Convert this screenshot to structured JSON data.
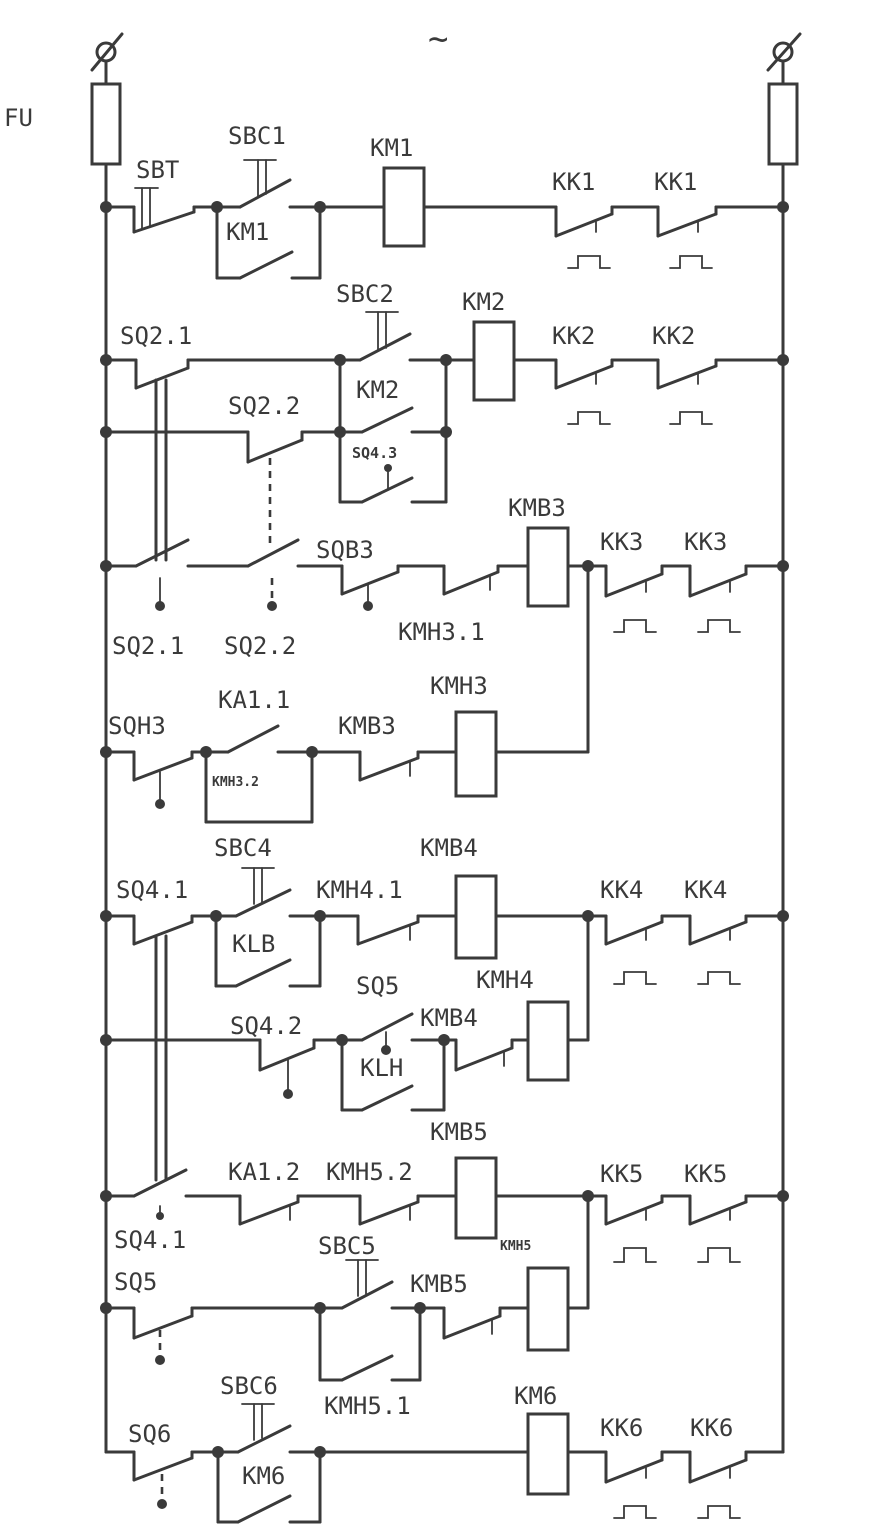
{
  "diagram": {
    "supply_symbol": "~",
    "labels": {
      "FU": "FU",
      "SBT": "SBT",
      "SBC1": "SBC1",
      "KM1_contact": "KM1",
      "KM1_coil": "KM1",
      "KK1_a": "KK1",
      "KK1_b": "KK1",
      "SQ2_1_top": "SQ2.1",
      "SBC2": "SBC2",
      "KM2_coil": "KM2",
      "KM2_contact": "KM2",
      "KK2_a": "KK2",
      "KK2_b": "KK2",
      "SQ2_2_top": "SQ2.2",
      "SQ4_3": "SQ4.3",
      "KMB3_coil": "KMB3",
      "SQB3": "SQB3",
      "KK3_a": "KK3",
      "KK3_b": "KK3",
      "SQ2_1_bot": "SQ2.1",
      "SQ2_2_bot": "SQ2.2",
      "KMH3_1": "KMH3.1",
      "KMH3_coil": "KMH3",
      "KA1_1": "KA1.1",
      "SQH3": "SQH3",
      "KMB3_contact": "KMB3",
      "KMH3_2": "KMH3.2",
      "SBC4": "SBC4",
      "KMB4_coil": "KMB4",
      "SQ4_1_top": "SQ4.1",
      "KMH4_1": "KMH4.1",
      "KK4_a": "KK4",
      "KK4_b": "KK4",
      "KLB": "KLB",
      "SQ5_top": "SQ5",
      "KMH4_coil": "KMH4",
      "SQ4_2": "SQ4.2",
      "KMB4_contact": "KMB4",
      "KLH": "KLH",
      "KMB5_coil": "KMB5",
      "KA1_2": "KA1.2",
      "KMH5_2": "KMH5.2",
      "KK5_a": "KK5",
      "KK5_b": "KK5",
      "SQ4_1_bot": "SQ4.1",
      "SBC5": "SBC5",
      "KMH5_coil": "KMH5",
      "SQ5_bot": "SQ5",
      "KMB5_contact": "KMB5",
      "KMH5_1": "KMH5.1",
      "SBC6": "SBC6",
      "KM6_coil": "KM6",
      "SQ6": "SQ6",
      "KK6_a": "KK6",
      "KK6_b": "KK6",
      "KM6_contact": "KM6"
    }
  }
}
